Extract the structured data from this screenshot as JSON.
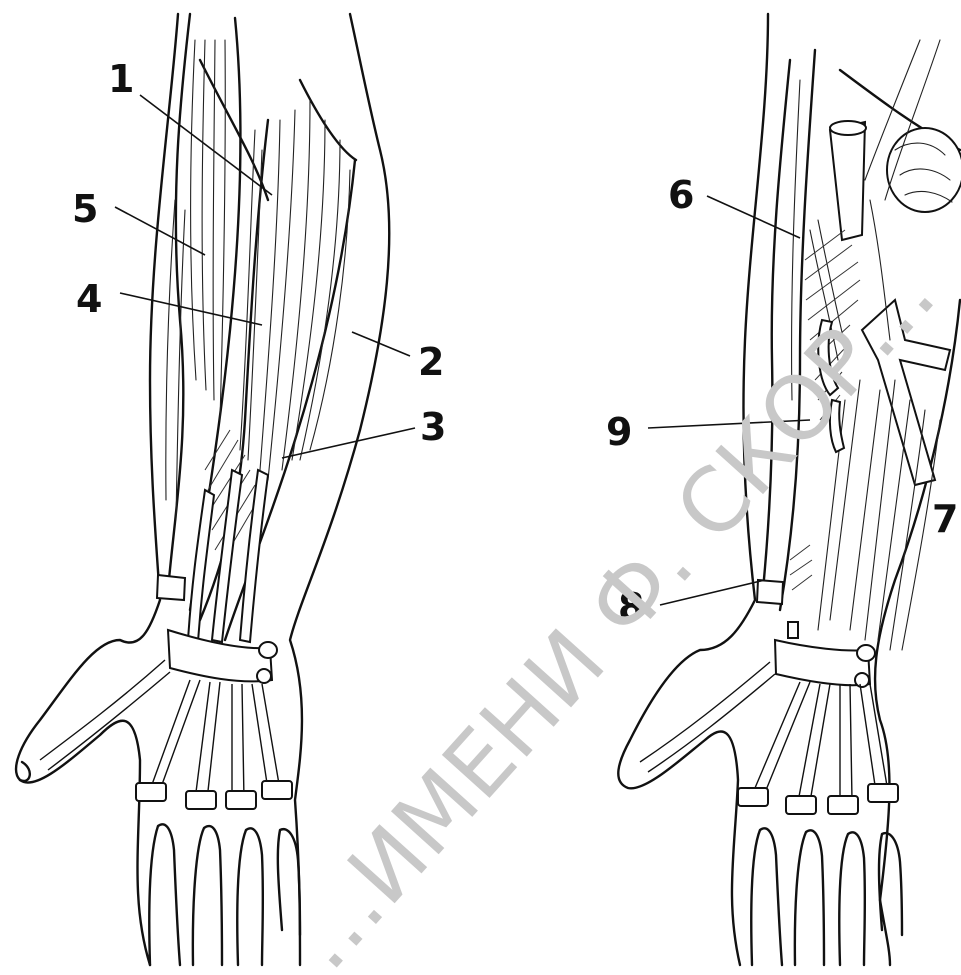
{
  "figure": {
    "labels": {
      "l1": "1",
      "l2": "2",
      "l3": "3",
      "l4": "4",
      "l5": "5",
      "l6": "6",
      "l7": "7",
      "l8": "8",
      "l9": "9"
    },
    "watermark": "…ИМЕНИ Ф. СКОР…"
  }
}
